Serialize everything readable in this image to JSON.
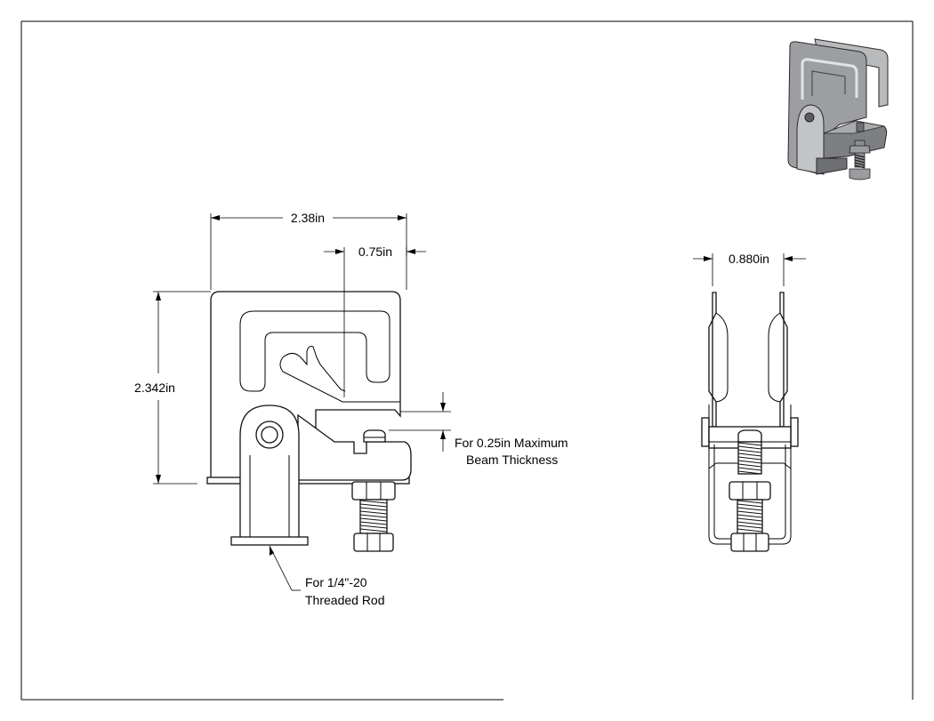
{
  "dimensions": {
    "overall_width": "2.38in",
    "jaw_offset": "0.75in",
    "overall_height": "2.342in",
    "side_width": "0.880in"
  },
  "notes": {
    "beam_line1": "For 0.25in Maximum",
    "beam_line2": "Beam Thickness",
    "rod_line1": "For 1/4\"-20",
    "rod_line2": "Threaded Rod"
  },
  "colors": {
    "line": "#000000",
    "render_dark": "#6d6f72",
    "render_mid": "#9c9ea1",
    "render_light": "#c9cacc"
  }
}
